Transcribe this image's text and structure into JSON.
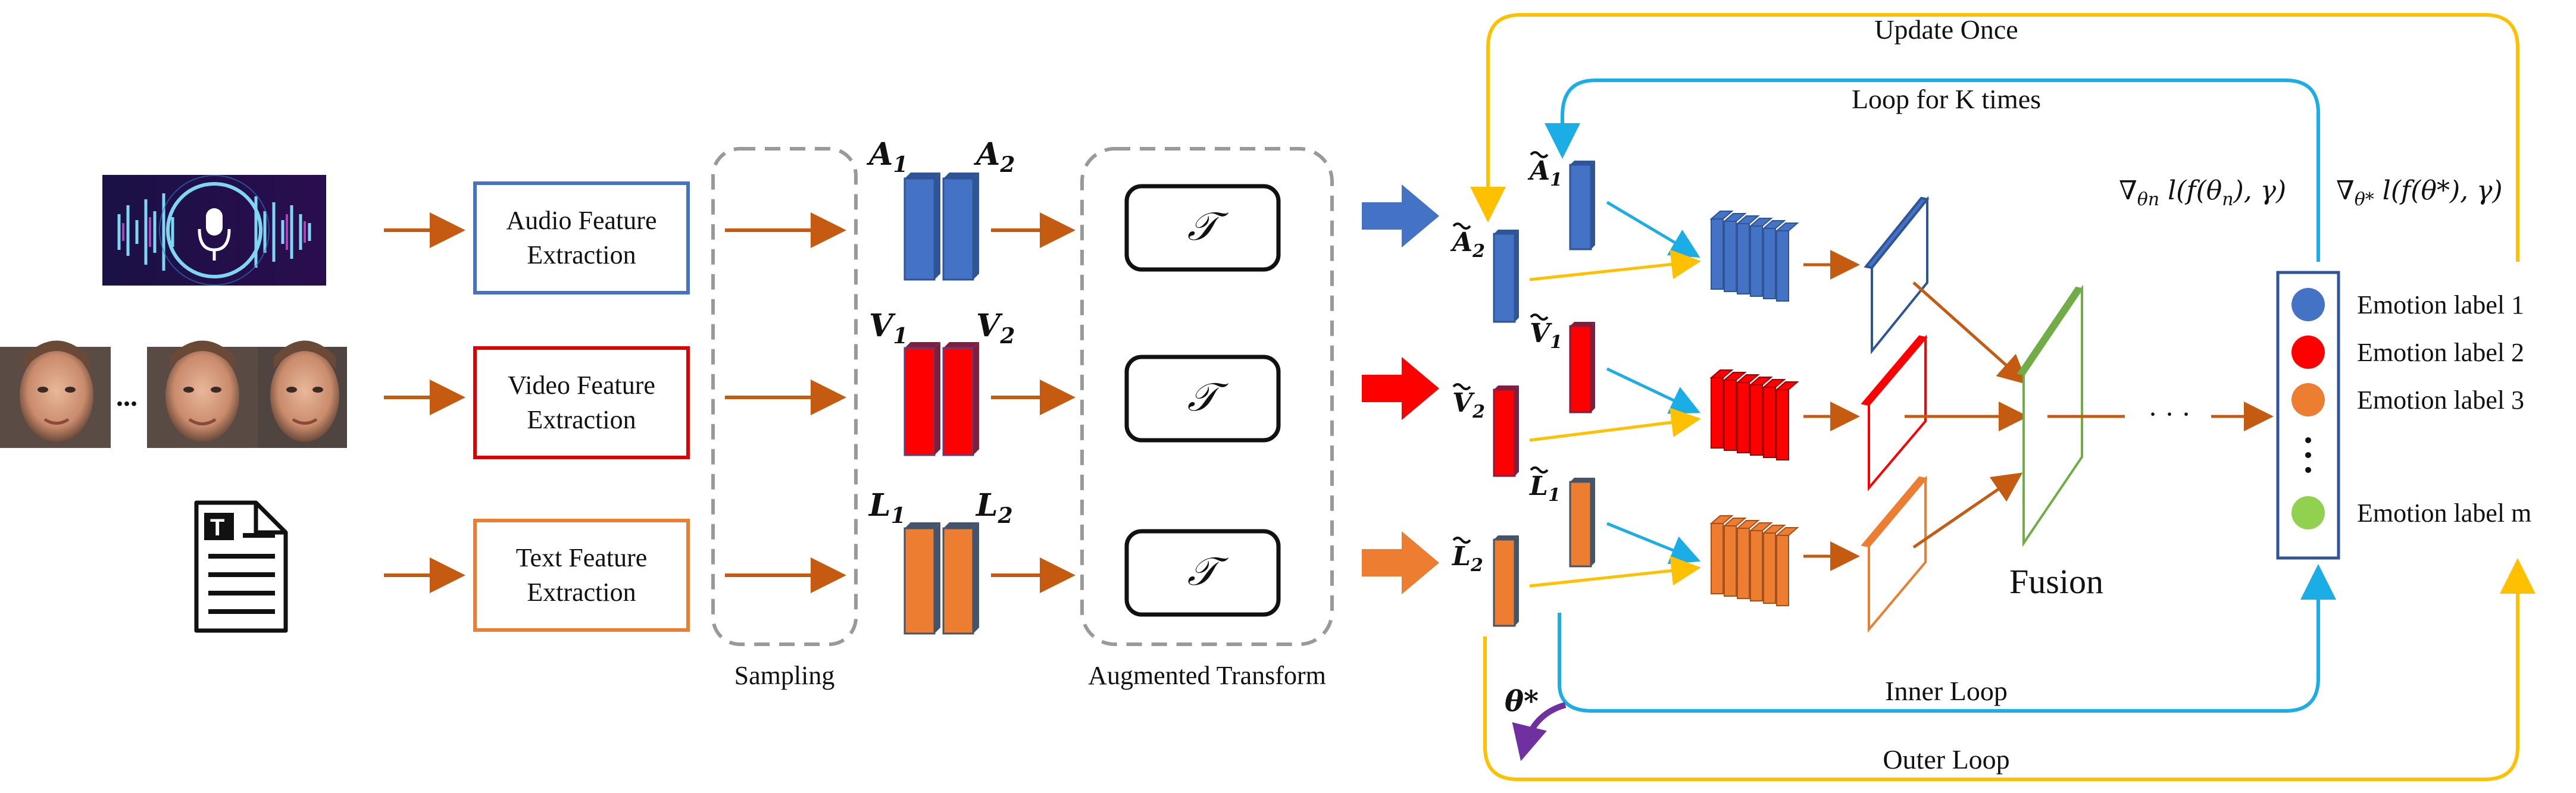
{
  "inputs": {
    "audio_box_label": [
      "Audio Feature",
      "Extraction"
    ],
    "video_box_label": [
      "Video Feature",
      "Extraction"
    ],
    "text_box_label": [
      "Text Feature",
      "Extraction"
    ],
    "video_ellipsis": "..."
  },
  "stages": {
    "sampling_label": "Sampling",
    "augmented_label": "Augmented Transform",
    "transform_symbol": "𝒯",
    "fusion_label": "Fusion",
    "ellipsis": "· · ·"
  },
  "features": {
    "a1": "A",
    "a1_sub": "1",
    "a2": "A",
    "a2_sub": "2",
    "v1": "V",
    "v1_sub": "1",
    "v2": "V",
    "v2_sub": "2",
    "l1": "L",
    "l1_sub": "1",
    "l2": "L",
    "l2_sub": "2"
  },
  "loops": {
    "update_once": "Update Once",
    "loop_k": "Loop for K times",
    "inner_loop": "Inner Loop",
    "outer_loop": "Outer Loop",
    "theta_star": "θ*",
    "grad_n": "∇θn l(f(θn), γ)",
    "grad_star": "∇θ* l(f(θ*), γ)"
  },
  "labels": {
    "items": [
      "Emotion label 1",
      "Emotion label 2",
      "Emotion label 3",
      "Emotion label m"
    ],
    "colors": [
      "#4472C4",
      "#FF0000",
      "#ED7D31",
      "#92D050"
    ]
  },
  "colors": {
    "audio": "#4472C4",
    "video": "#FF0000",
    "text": "#ED7D31",
    "fusion": "#70AD47",
    "arrow": "#C55A11",
    "cyan": "#1AADE6",
    "gold": "#FFC000",
    "purple": "#7030A0"
  }
}
